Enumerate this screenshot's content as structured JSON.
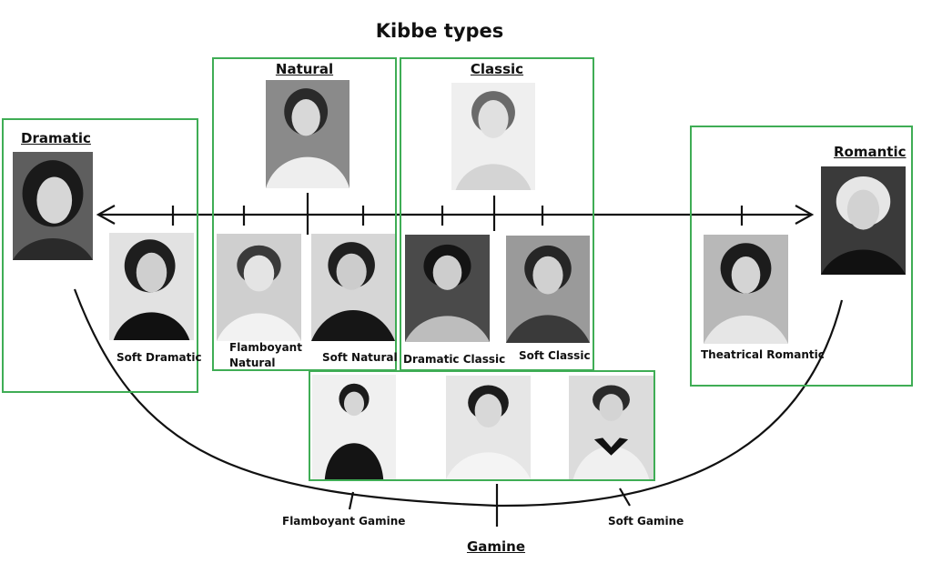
{
  "title": "Kibbe types",
  "groups": {
    "dramatic": {
      "label": "Dramatic"
    },
    "natural": {
      "label": "Natural"
    },
    "classic": {
      "label": "Classic"
    },
    "romantic": {
      "label": "Romantic"
    },
    "gamine": {
      "label": "Gamine"
    }
  },
  "types": {
    "soft_dramatic": "Soft Dramatic",
    "flamboyant_natural_1": "Flamboyant",
    "flamboyant_natural_2": "Natural",
    "soft_natural": "Soft Natural",
    "dramatic_classic": "Dramatic Classic",
    "soft_classic": "Soft Classic",
    "theatrical_romantic": "Theatrical Romantic",
    "flamboyant_gamine": "Flamboyant Gamine",
    "soft_gamine": "Soft Gamine"
  },
  "colors": {
    "box": "#3fad55",
    "line": "#111111"
  },
  "icons": {
    "arrow_left": "arrowhead-left-icon",
    "arrow_right": "arrowhead-right-icon"
  }
}
